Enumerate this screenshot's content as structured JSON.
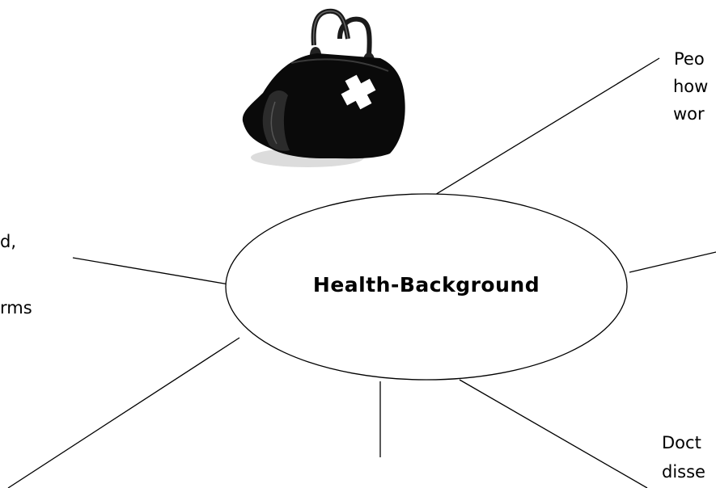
{
  "center": {
    "label": "Health-Background"
  },
  "branches": {
    "top_right": {
      "lines": [
        "Peo",
        "how",
        "wor"
      ]
    },
    "left": {
      "lines": [
        "d,",
        "",
        "rms"
      ]
    },
    "bottom_right": {
      "lines": [
        "Doct",
        "disse"
      ]
    }
  },
  "illustration": {
    "icon": "medical-bag-icon"
  }
}
